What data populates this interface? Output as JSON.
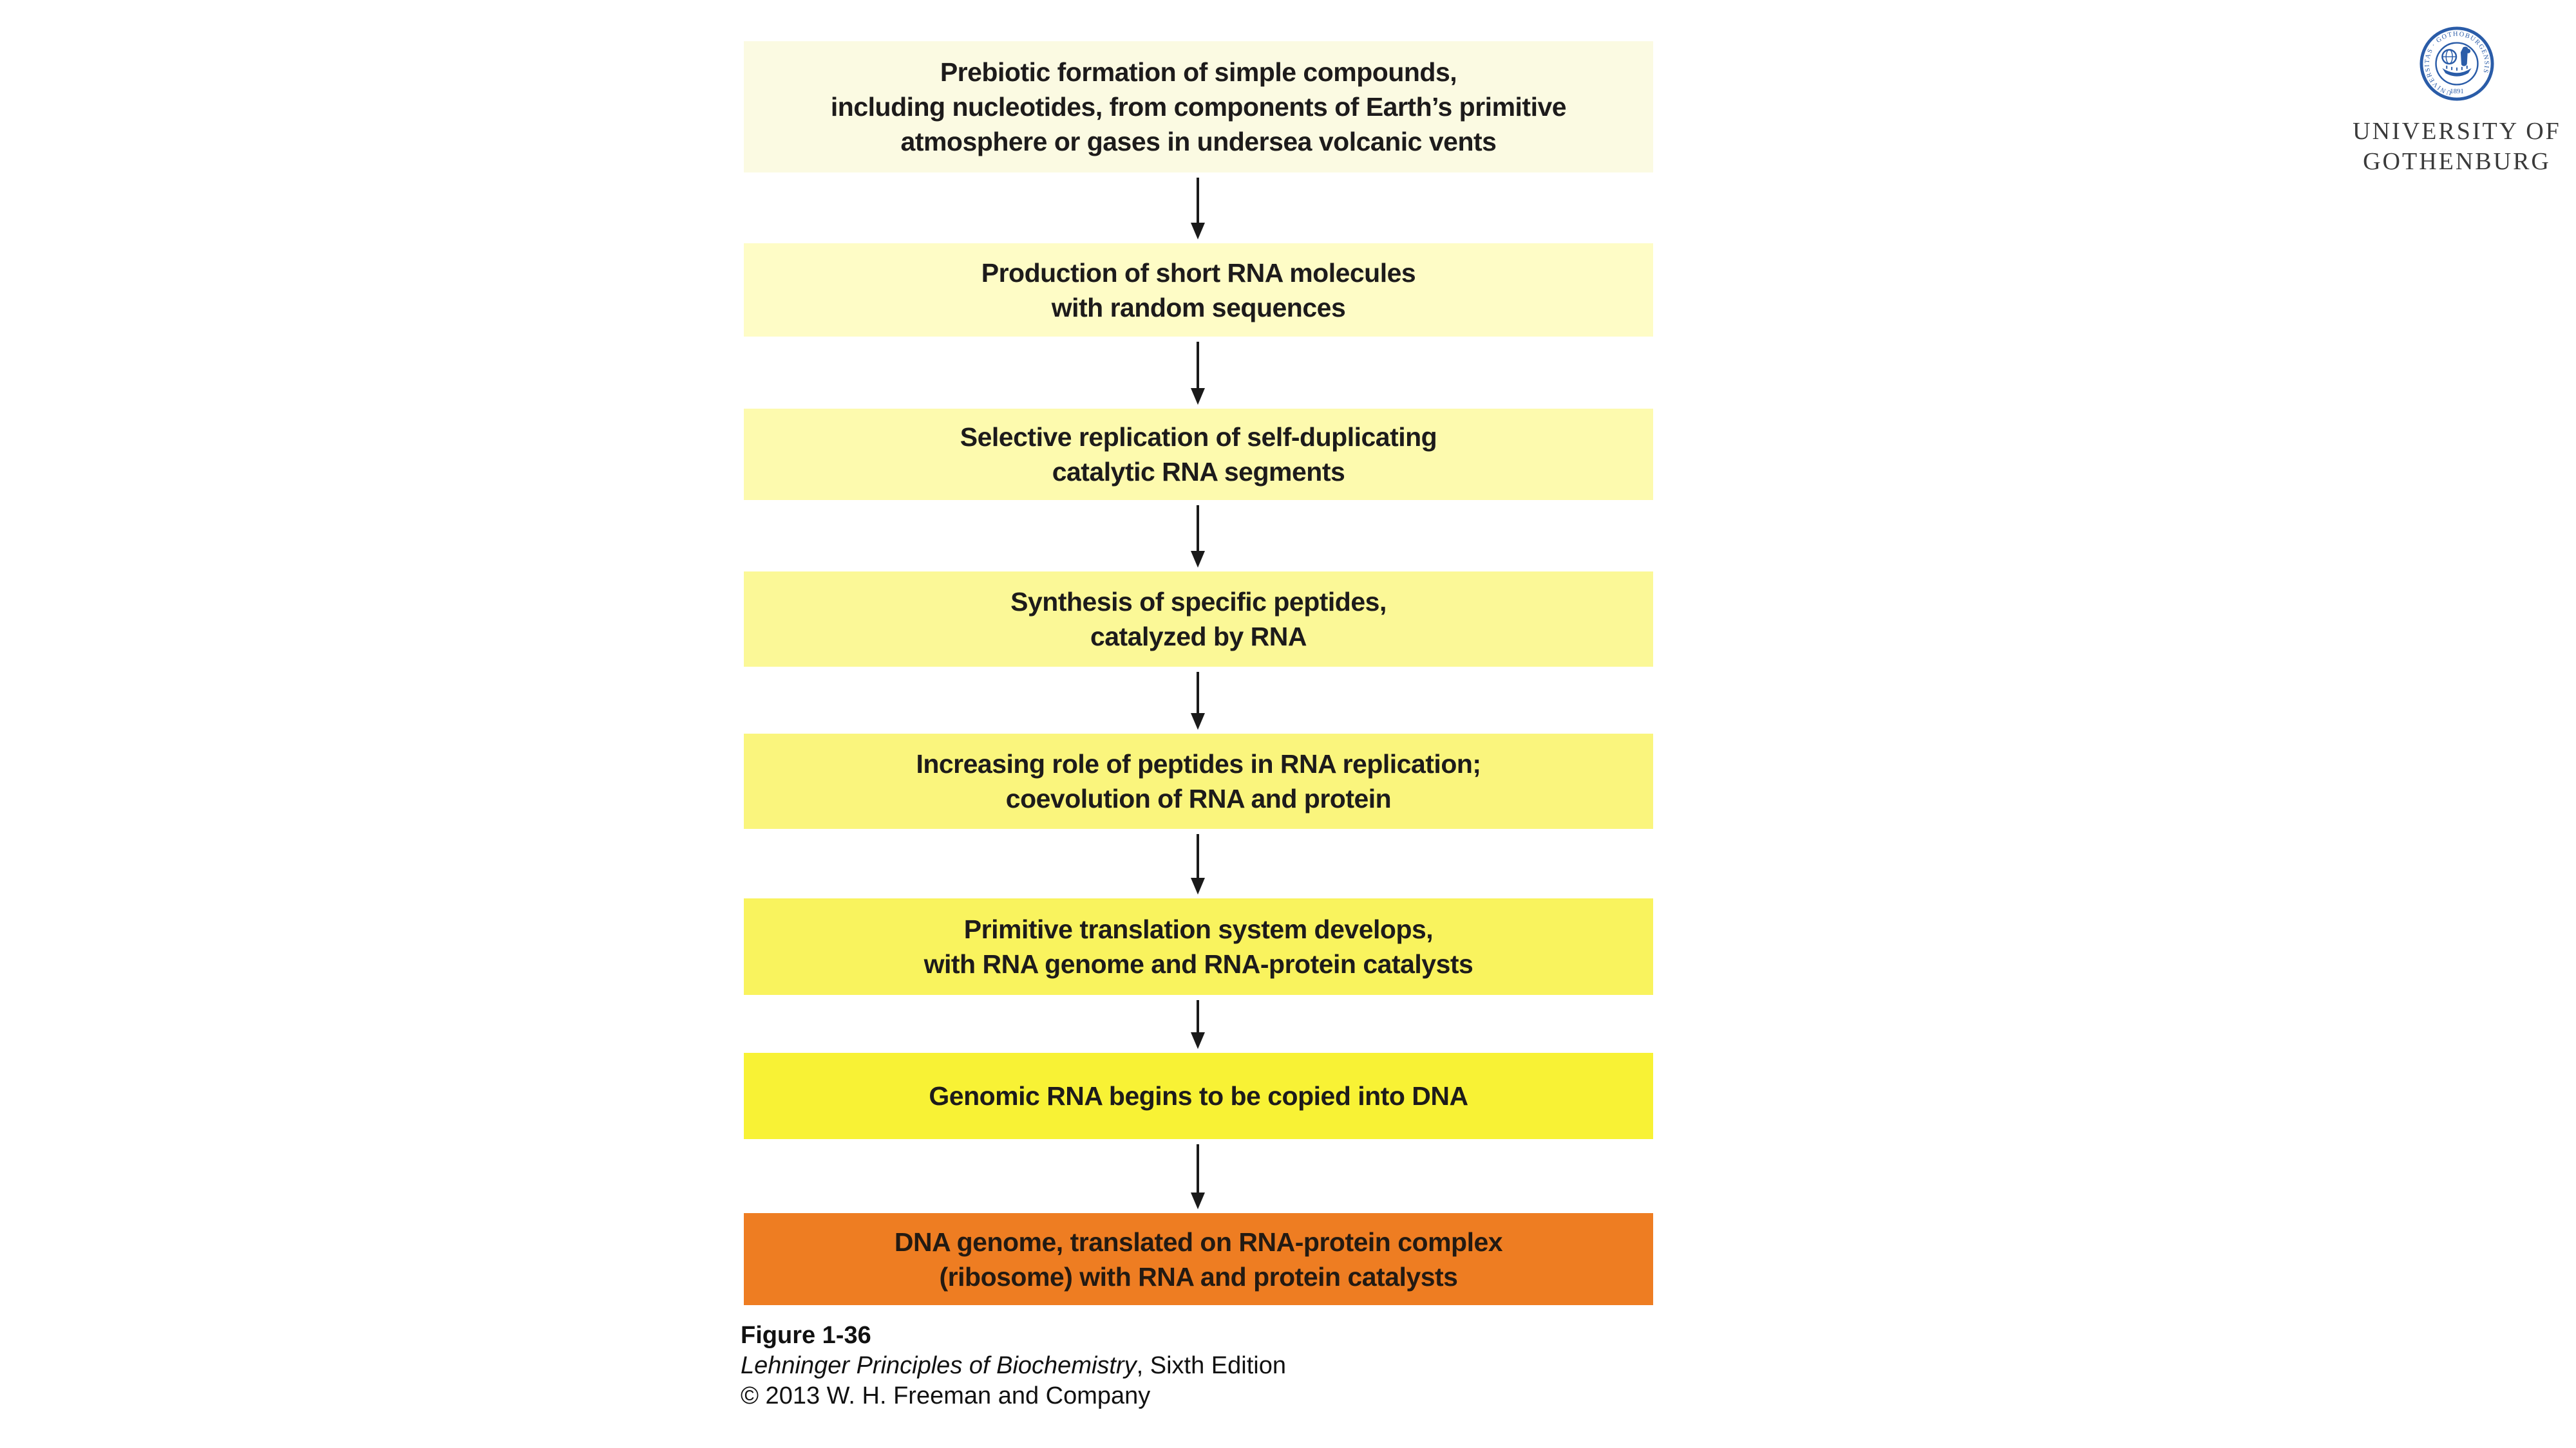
{
  "flowchart": {
    "text_color": "#1d1b1b",
    "steps": [
      {
        "text": "Prebiotic formation of simple compounds,\nincluding nucleotides, from components of Earth’s primitive\natmosphere or gases in undersea volcanic vents",
        "color": "#FBFAE2"
      },
      {
        "text": "Production of short RNA molecules\nwith random sequences",
        "color": "#FEFCC6"
      },
      {
        "text": "Selective replication of self-duplicating\ncatalytic RNA segments",
        "color": "#FDFAAE"
      },
      {
        "text": "Synthesis of specific peptides,\ncatalyzed by RNA",
        "color": "#FBF897"
      },
      {
        "text": "Increasing role of peptides in RNA replication;\ncoevolution of RNA and protein",
        "color": "#FAF57D"
      },
      {
        "text": "Primitive translation system develops,\nwith RNA genome and RNA-protein catalysts",
        "color": "#F9F35E"
      },
      {
        "text": "Genomic RNA begins to be copied into DNA",
        "color": "#F8F235"
      },
      {
        "text": "DNA genome, translated on RNA-protein complex\n(ribosome) with RNA and protein catalysts",
        "color": "#EE7D22"
      }
    ]
  },
  "caption": {
    "figure_label": "Figure 1-36",
    "book_title": "Lehninger Principles of Biochemistry",
    "edition_suffix": ", Sixth Edition",
    "copyright": "© 2013 W. H. Freeman and Company"
  },
  "logo": {
    "line1": "UNIVERSITY OF",
    "line2": "GOTHENBURG",
    "seal_ring_text": "UNIVERSITAS · GOTHOBURGENSIS",
    "seal_year": "1891",
    "seal_color": "#2a5ca8"
  }
}
